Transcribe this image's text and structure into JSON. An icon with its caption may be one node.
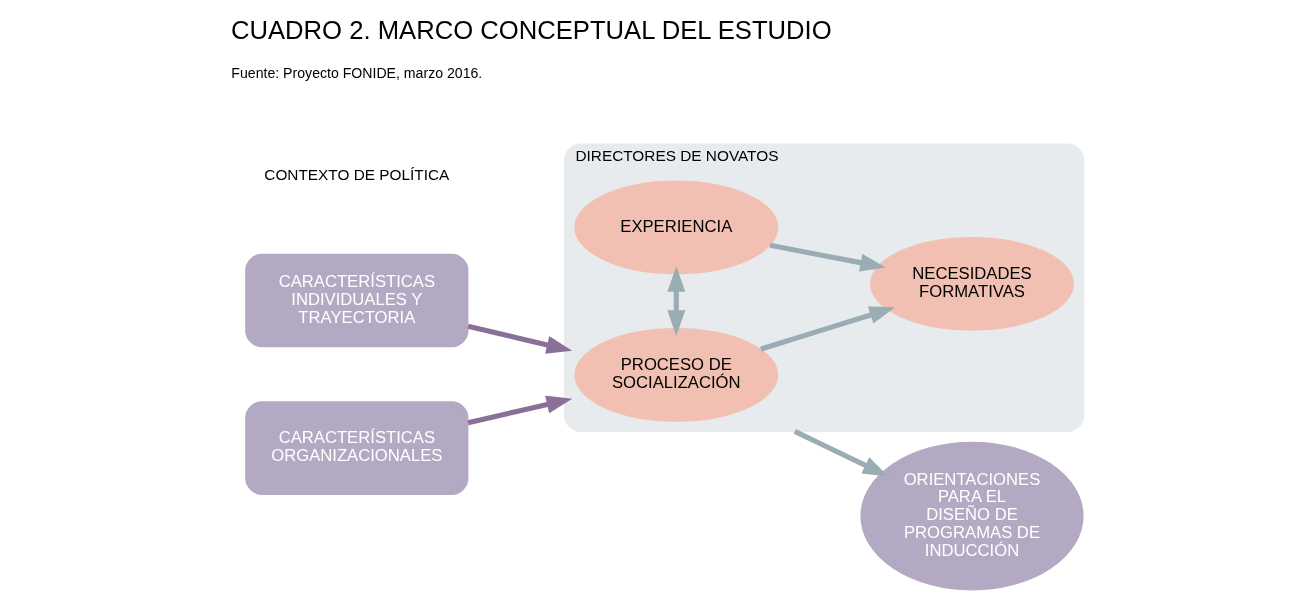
{
  "diagram": {
    "title": "CUADRO 2. MARCO CONCEPTUAL DEL ESTUDIO",
    "nodes": [
      {
        "text": [
          "DIRECTORES DE NOVATOS"
        ]
      },
      {
        "text": [
          "CARACTERÍSTICAS INDIVIDUALES Y TRAYECTORIA"
        ]
      },
      {
        "text": [
          "CARACTERÍSTICAS ORGANIZACIONALES"
        ]
      },
      {
        "text": [
          "PROCESO DE SOCIALIZACIÓN"
        ],
        "in": 0
      },
      {
        "text": [
          "EXPERIENCIA"
        ],
        "in": 0
      },
      {
        "text": [
          "NECESIDADES FORMATIVAS"
        ],
        "in": 0
      },
      {
        "text": [
          "ORIENTACIONES PARA EL DISEÑO DE PROGRAMAS DE INDUCCIÓN"
        ]
      }
    ],
    "edges": [
      {
        "from": 1,
        "to": 0,
        "arrow": "to",
        "color": "#8a7098"
      },
      {
        "from": 2,
        "to": 0,
        "arrow": "to",
        "color": "#8a7098"
      },
      {
        "from": 3,
        "to": 4,
        "arrow": "both",
        "color": "#9aacb4"
      },
      {
        "from": 3,
        "to": 5,
        "arrow": "to",
        "color": "#9aacb4"
      },
      {
        "from": 4,
        "to": 5,
        "arrow": "to",
        "color": "#9aacb4"
      },
      {
        "from": 0,
        "to": 6,
        "arrow": "to",
        "color": "#9aacb4"
      }
    ],
    "labels": [
      "CONTEXTO DE POLÍTICA",
      "Fuente: Proyecto FONIDE, marzo 2016."
    ]
  }
}
